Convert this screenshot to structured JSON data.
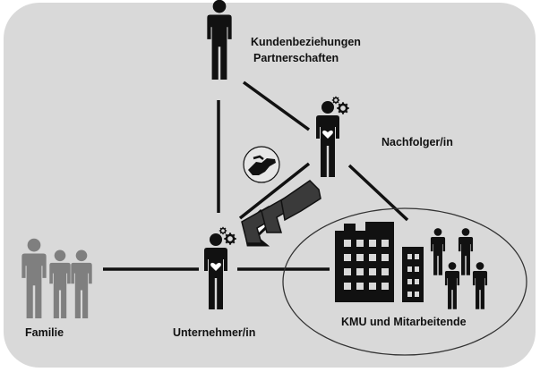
{
  "colors": {
    "background": "#ffffff",
    "panel": "#d9d9d9",
    "person_dark": "#111111",
    "person_grey": "#7f7f7f",
    "line": "#111111"
  },
  "icons": {
    "handshake": "handshake-icon",
    "gears": "gear-icon",
    "heart": "heart-icon",
    "building": "building-icon",
    "arrow": "chevron-arrow"
  },
  "labels": {
    "kunden_line1": "Kundenbeziehungen",
    "kunden_line2": "Partnerschaften",
    "nachfolger": "Nachfolger/in",
    "familie": "Familie",
    "unternehmer": "Unternehmer/in",
    "kmu": "KMU und Mitarbeitende"
  }
}
